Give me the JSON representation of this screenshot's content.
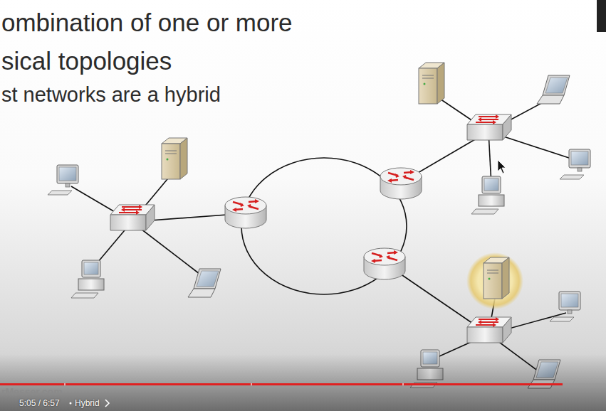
{
  "diagram": {
    "labels": [
      "ombination of one or more",
      "sical topologies",
      "st networks are a hybrid",
      "5:05 / 6:57",
      "Hybrid",
      "rMesser.com"
    ]
  }
}
